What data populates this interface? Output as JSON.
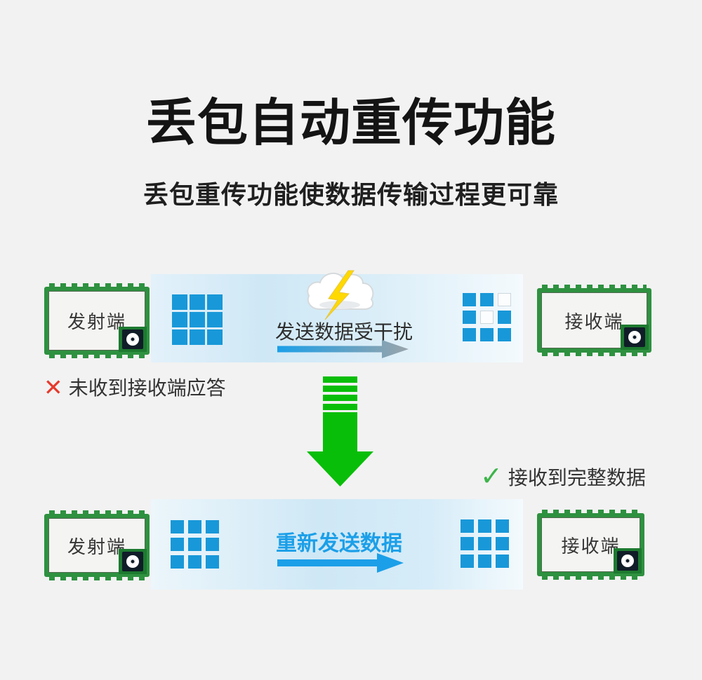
{
  "title": "丢包自动重传功能",
  "subtitle": "丢包重传功能使数据传输过程更可靠",
  "colors": {
    "page_bg": "#f2f2f2",
    "blue": "#1898d8",
    "retry_blue": "#1b9fe8",
    "arrow_gray": "#9aa4aa",
    "band_blue": "#cfe8f6",
    "pcb_green": "#2e9140",
    "pcb_dark": "#101d28",
    "bolt_yellow": "#ffd900",
    "green": "#09be09",
    "red": "#e6392b",
    "check_green": "#3cb54a"
  },
  "top_flow": {
    "transmitter_label": "发射端",
    "receiver_label": "接收端",
    "message": "发送数据受干扰",
    "sent_grid": [
      [
        1,
        1,
        1
      ],
      [
        1,
        1,
        1
      ],
      [
        1,
        1,
        1
      ]
    ],
    "received_grid": [
      [
        1,
        1,
        0
      ],
      [
        1,
        0,
        1
      ],
      [
        1,
        1,
        1
      ]
    ]
  },
  "notes": {
    "error_icon": "✕",
    "error": "未收到接收端应答",
    "success_icon": "✓",
    "success": "接收到完整数据"
  },
  "bottom_flow": {
    "transmitter_label": "发射端",
    "receiver_label": "接收端",
    "message": "重新发送数据",
    "sent_grid": [
      [
        1,
        1,
        1
      ],
      [
        1,
        1,
        1
      ],
      [
        1,
        1,
        1
      ]
    ],
    "received_grid": [
      [
        1,
        1,
        1
      ],
      [
        1,
        1,
        1
      ],
      [
        1,
        1,
        1
      ]
    ]
  },
  "icons": {
    "cloud_lightning": "cloud-lightning-icon",
    "interfered_arrow": "fading-right-arrow-icon",
    "retransmit_arrow": "blue-right-arrow-icon",
    "down_arrow": "green-down-arrow-icon",
    "antenna": "antenna-connector-icon"
  }
}
